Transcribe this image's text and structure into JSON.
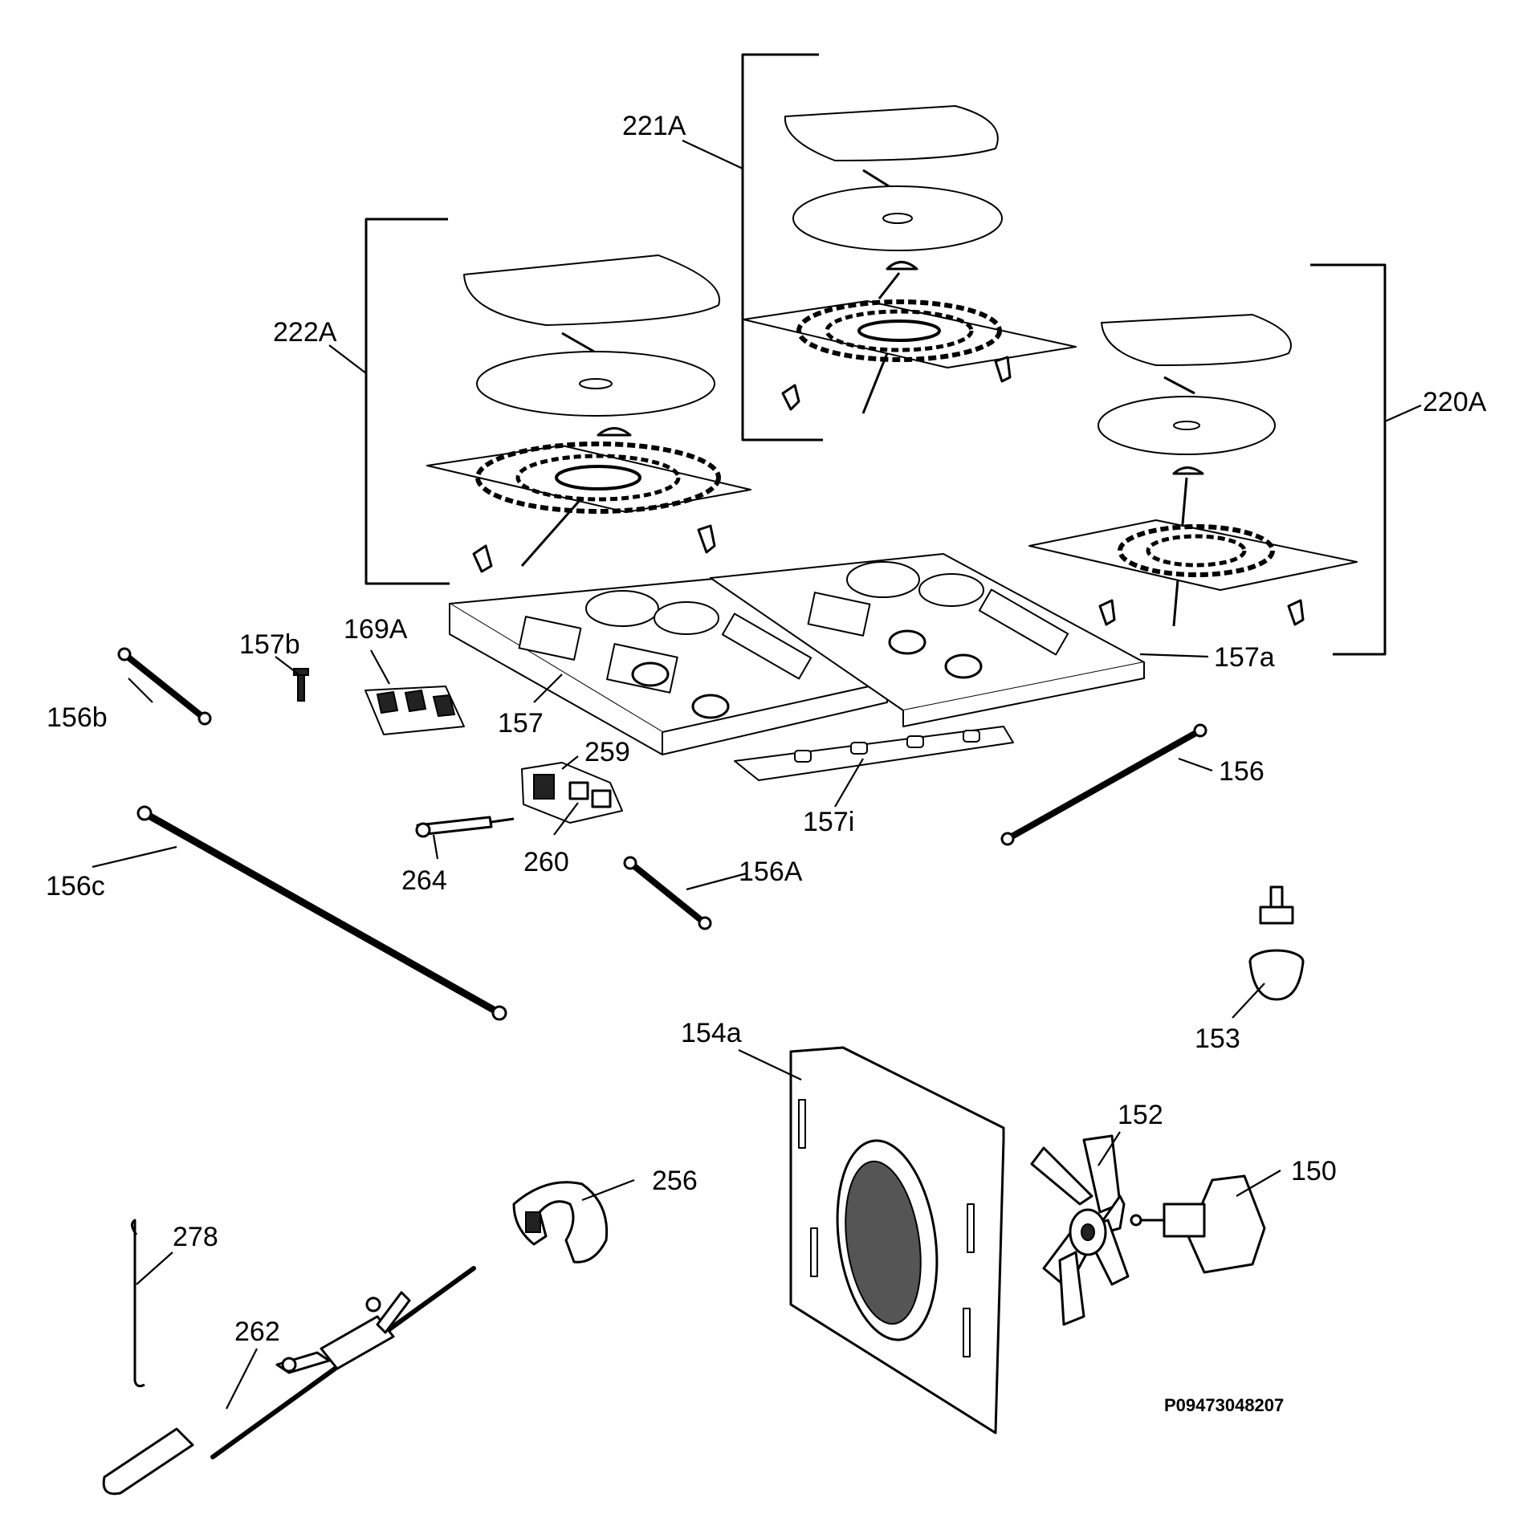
{
  "diagram": {
    "reference_code": "P09473048207",
    "labels": {
      "p221A": "221A",
      "p222A": "222A",
      "p220A": "220A",
      "p157a": "157a",
      "p157b": "157b",
      "p169A": "169A",
      "p156b": "156b",
      "p157": "157",
      "p259": "259",
      "p156": "156",
      "p157i": "157i",
      "p264": "264",
      "p260": "260",
      "p156c": "156c",
      "p156A": "156A",
      "p153": "153",
      "p154a": "154a",
      "p152": "152",
      "p150": "150",
      "p256": "256",
      "p278": "278",
      "p262": "262"
    }
  }
}
